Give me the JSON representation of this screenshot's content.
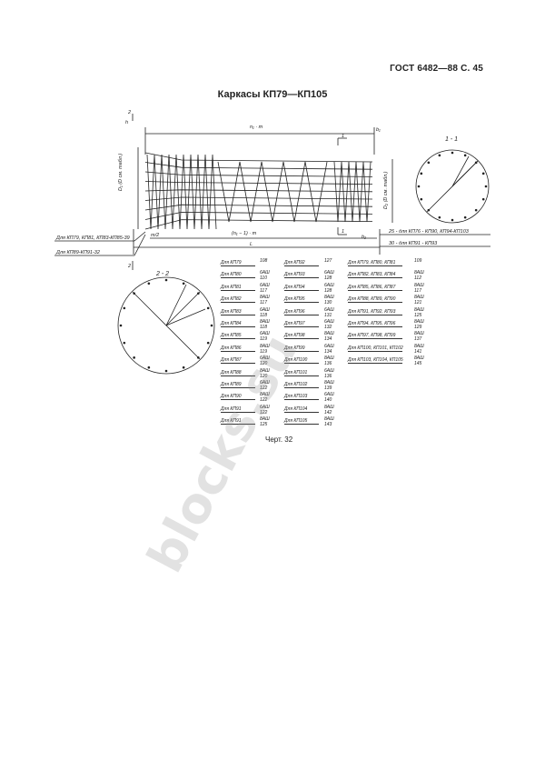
{
  "header": {
    "standard": "ГОСТ 6482—88 С. 45"
  },
  "title": "Каркасы КП79—КП105",
  "drawing": {
    "dim_top": "n₁ · m",
    "dim_bottom_inner": "(n₁ − 1) · m",
    "dim_bottom": "L",
    "section_1_label": "1 - 1",
    "section_2_label": "2 - 2",
    "left_dia_label": "D₁ (D см. табл.)",
    "right_dia_label": "D₂ (D см. табл.)",
    "left_note_1": "Для КП79, КП81, КП83-КП85-39",
    "left_note_2": "Для КП89-КП91-32",
    "right_note_1": "25 - для КП76 - КП90, КП94-КП103",
    "right_note_2": "30 - для КП91 - КП93",
    "mark_1a": "1",
    "mark_1b": "1",
    "mark_2a": "2",
    "mark_2b": "2",
    "mark_b1": "b₁",
    "mark_b2": "b₂",
    "mark_h": "h",
    "mark_m2": "m/2"
  },
  "table_left": [
    {
      "name": "Для КП79",
      "v1": "108",
      "v2": ""
    },
    {
      "name": "Для КП80",
      "v1": "6АШ",
      "v2": "110"
    },
    {
      "name": "Для КП81",
      "v1": "6АШ",
      "v2": "117"
    },
    {
      "name": "Для КП82",
      "v1": "8АШ",
      "v2": "117"
    },
    {
      "name": "Для КП83",
      "v1": "6АШ",
      "v2": "118"
    },
    {
      "name": "Для КП84",
      "v1": "8АШ",
      "v2": "118"
    },
    {
      "name": "Для КП85",
      "v1": "6АШ",
      "v2": "119"
    },
    {
      "name": "Для КП86",
      "v1": "8АШ",
      "v2": "119"
    },
    {
      "name": "Для КП87",
      "v1": "6АШ",
      "v2": "120"
    },
    {
      "name": "Для КП88",
      "v1": "8АШ",
      "v2": "120"
    },
    {
      "name": "Для КП89",
      "v1": "6АШ",
      "v2": "122"
    },
    {
      "name": "Для КП90",
      "v1": "8АШ",
      "v2": "122"
    },
    {
      "name": "Для КП91",
      "v1": "6АШ",
      "v2": "122"
    },
    {
      "name": "Для КП91",
      "v1": "8АШ",
      "v2": "125"
    }
  ],
  "table_mid": [
    {
      "name": "Для КП92",
      "v1": "127",
      "v2": ""
    },
    {
      "name": "Для КП93",
      "v1": "6АШ",
      "v2": "128"
    },
    {
      "name": "Для КП94",
      "v1": "6АШ",
      "v2": "128"
    },
    {
      "name": "Для КП95",
      "v1": "8АШ",
      "v2": "130"
    },
    {
      "name": "Для КП96",
      "v1": "6АШ",
      "v2": "131"
    },
    {
      "name": "Для КП97",
      "v1": "6АШ",
      "v2": "132"
    },
    {
      "name": "Для КП98",
      "v1": "8АШ",
      "v2": "134"
    },
    {
      "name": "Для КП99",
      "v1": "6АШ",
      "v2": "134"
    },
    {
      "name": "Для КП100",
      "v1": "8АШ",
      "v2": "136"
    },
    {
      "name": "Для КП101",
      "v1": "6АШ",
      "v2": "136"
    },
    {
      "name": "Для КП102",
      "v1": "8АШ",
      "v2": "139"
    },
    {
      "name": "Для КП103",
      "v1": "6АШ",
      "v2": "140"
    },
    {
      "name": "Для КП104",
      "v1": "8АШ",
      "v2": "142"
    },
    {
      "name": "Для КП105",
      "v1": "8АШ",
      "v2": "143"
    }
  ],
  "table_right": [
    {
      "name": "Для КП79, КП80, КП81",
      "v1": "109",
      "v2": ""
    },
    {
      "name": "Для КП82, КП83, КП84",
      "v1": "8АШ",
      "v2": "112"
    },
    {
      "name": "Для КП85, КП86, КП87",
      "v1": "8АШ",
      "v2": "117"
    },
    {
      "name": "Для КП88, КП89, КП90",
      "v1": "8АШ",
      "v2": "121"
    },
    {
      "name": "Для КП91, КП92, КП93",
      "v1": "8АШ",
      "v2": "125"
    },
    {
      "name": "Для КП94, КП95, КП96",
      "v1": "8АШ",
      "v2": "129"
    },
    {
      "name": "Для КП97, КП98, КП99",
      "v1": "8АШ",
      "v2": "137"
    },
    {
      "name": "Для КП100, КП101, КП102",
      "v1": "8АШ",
      "v2": "141"
    },
    {
      "name": "Для КП103, КП104, КП105",
      "v1": "8АШ",
      "v2": "145"
    }
  ],
  "caption": "Черт. 32",
  "watermark": "blocks.su"
}
